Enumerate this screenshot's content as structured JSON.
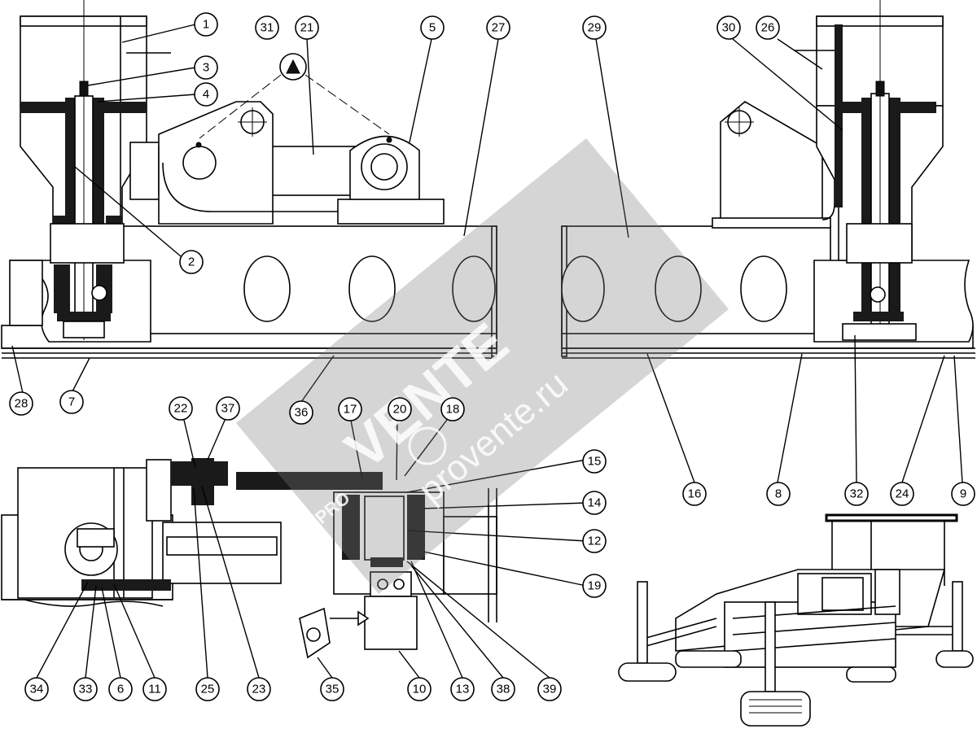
{
  "diagram": {
    "callouts": [
      {
        "id": "c1",
        "label": "1"
      },
      {
        "id": "c2",
        "label": "2"
      },
      {
        "id": "c3",
        "label": "3"
      },
      {
        "id": "c4",
        "label": "4"
      },
      {
        "id": "c5",
        "label": "5"
      },
      {
        "id": "c6",
        "label": "6"
      },
      {
        "id": "c7",
        "label": "7"
      },
      {
        "id": "c8",
        "label": "8"
      },
      {
        "id": "c9",
        "label": "9"
      },
      {
        "id": "c10",
        "label": "10"
      },
      {
        "id": "c11",
        "label": "11"
      },
      {
        "id": "c12",
        "label": "12"
      },
      {
        "id": "c13",
        "label": "13"
      },
      {
        "id": "c14",
        "label": "14"
      },
      {
        "id": "c15",
        "label": "15"
      },
      {
        "id": "c16",
        "label": "16"
      },
      {
        "id": "c17",
        "label": "17"
      },
      {
        "id": "c18",
        "label": "18"
      },
      {
        "id": "c19",
        "label": "19"
      },
      {
        "id": "c20",
        "label": "20"
      },
      {
        "id": "c21",
        "label": "21"
      },
      {
        "id": "c22",
        "label": "22"
      },
      {
        "id": "c23",
        "label": "23"
      },
      {
        "id": "c24",
        "label": "24"
      },
      {
        "id": "c25",
        "label": "25"
      },
      {
        "id": "c26",
        "label": "26"
      },
      {
        "id": "c27",
        "label": "27"
      },
      {
        "id": "c28",
        "label": "28"
      },
      {
        "id": "c29",
        "label": "29"
      },
      {
        "id": "c30",
        "label": "30"
      },
      {
        "id": "c31",
        "label": "31"
      },
      {
        "id": "c32",
        "label": "32"
      },
      {
        "id": "c33",
        "label": "33"
      },
      {
        "id": "c34",
        "label": "34"
      },
      {
        "id": "c35",
        "label": "35"
      },
      {
        "id": "c36",
        "label": "36"
      },
      {
        "id": "c37",
        "label": "37"
      },
      {
        "id": "c38",
        "label": "38"
      },
      {
        "id": "c39",
        "label": "39"
      }
    ]
  },
  "watermark": {
    "brand": "VENTE",
    "site": "provente.ru",
    "logo_prefix": "PRO"
  },
  "colors": {
    "line": "#000000",
    "background": "#ffffff",
    "watermark": "#7d7d7d"
  }
}
